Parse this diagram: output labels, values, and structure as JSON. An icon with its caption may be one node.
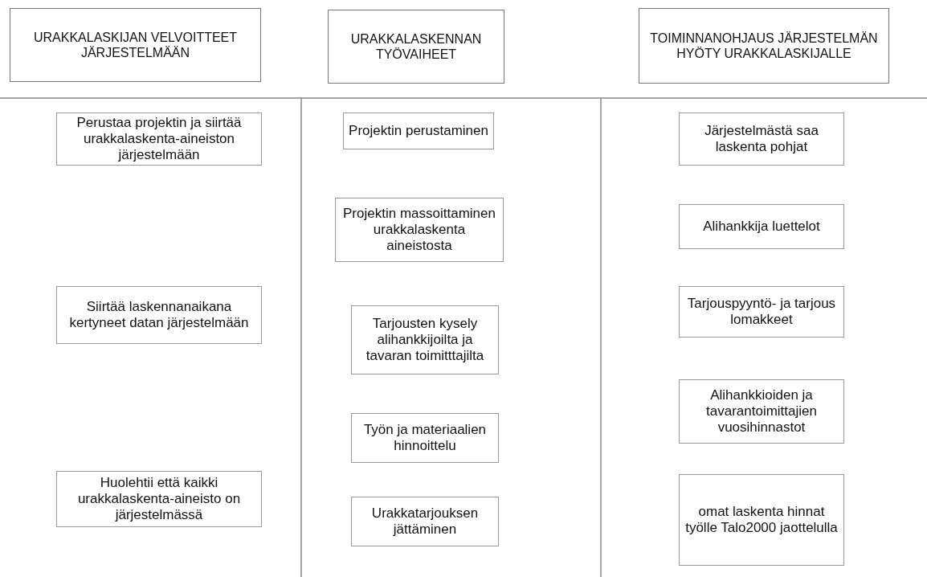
{
  "diagram": {
    "nodes": [
      {
        "text": [
          "URAKKALASKIJAN VELVOITTEET JÄRJESTELMÄÄN"
        ]
      },
      {
        "text": [
          "URAKKALASKENNAN TYÖVAIHEET"
        ]
      },
      {
        "text": [
          "TOIMINNANOHJAUS JÄRJESTELMÄN HYÖTY URAKKALASKIJALLE"
        ]
      },
      {
        "text": [
          "Perustaa projektin ja siirtää urakkalaskenta-aineiston järjestelmään"
        ]
      },
      {
        "text": [
          "Siirtää laskennanaikana kertyneet datan järjestelmään"
        ]
      },
      {
        "text": [
          "Huolehtii että kaikki urakkalaskenta-aineisto on järjestelmässä"
        ]
      },
      {
        "text": [
          "Projektin perustaminen"
        ]
      },
      {
        "text": [
          "Projektin massoittaminen urakkalaskenta aineistosta"
        ]
      },
      {
        "text": [
          "Tarjousten kysely alihankkijoilta ja tavaran toimitttajilta"
        ]
      },
      {
        "text": [
          "Työn ja materiaalien hinnoittelu"
        ]
      },
      {
        "text": [
          "Urakkatarjouksen jättäminen"
        ]
      },
      {
        "text": [
          "Järjestelmästä saa laskenta pohjat"
        ]
      },
      {
        "text": [
          "Alihankkija luettelot"
        ]
      },
      {
        "text": [
          "Tarjouspyyntö- ja tarjous lomakkeet"
        ]
      },
      {
        "text": [
          "Alihankkioiden ja tavarantoimittajien vuosihinnastot"
        ]
      },
      {
        "text": [
          "omat laskenta hinnat työlle Talo2000 jaottelulla"
        ]
      }
    ]
  }
}
